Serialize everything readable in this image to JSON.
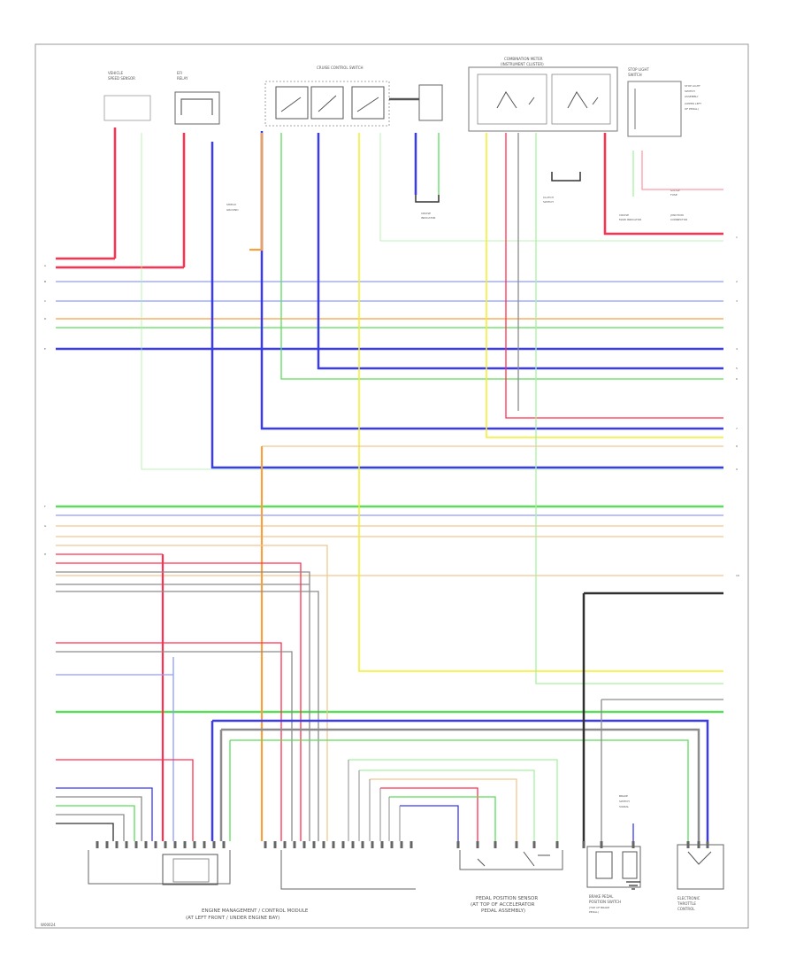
{
  "diagram": {
    "page_ref": "W00024",
    "bottom_labels": {
      "ecm_line1": "ENGINE MANAGEMENT / CONTROL MODULE",
      "ecm_line2": "(AT LEFT FRONT / UNDER ENGINE BAY)",
      "pedal_line1": "PEDAL POSITION SENSOR",
      "pedal_line2": "(AT TOP OF ACCELERATOR",
      "pedal_line3": "PEDAL ASSEMBLY)",
      "brake_switch_line1": "BRAKE PEDAL",
      "brake_switch_line2": "POSITION SWITCH",
      "throttle_line1": "ELECTRONIC",
      "throttle_line2": "THROTTLE",
      "throttle_line3": "CONTROL"
    },
    "top_labels": {
      "vss_line1": "VEHICLE",
      "vss_line2": "SPEED SENSOR",
      "relay_line1": "EFI",
      "relay_line2": "RELAY",
      "cruise_title": "CRUISE CONTROL SWITCH",
      "combination_title": "COMBINATION METER",
      "combination_sub": "(INSTRUMENT CLUSTER)",
      "stoplight_title": "STOP LIGHT",
      "stoplight_sub": "SWITCH",
      "horn_line1": "CRUISE",
      "horn_line2": "INDICATOR",
      "clutch_line1": "CLUTCH",
      "clutch_line2": "SWITCH",
      "illum_line1": "CRUISE",
      "illum_line2": "MAIN INDICATOR",
      "junction_line1": "JUNCTION",
      "junction_line2": "CONNECTOR",
      "gauge_line1": "GAUGE",
      "gauge_line2": "FUSE"
    },
    "side_tags": {
      "right": [
        "1",
        "2",
        "3",
        "4",
        "5",
        "6",
        "7",
        "8",
        "9",
        "10"
      ],
      "left": [
        "A",
        "B",
        "C",
        "D",
        "E",
        "F",
        "G",
        "H"
      ]
    },
    "colors": {
      "red": "#ff3050",
      "pink": "#ff9aa8",
      "blue": "#3a3aee",
      "light_blue": "#8f9cff",
      "green": "#5cdc5c",
      "light_green": "#a8f0a0",
      "yellow": "#f4f020",
      "orange": "#f7a040",
      "tan": "#f0c890",
      "gray": "#8c8c8c",
      "dark": "#303030"
    }
  }
}
